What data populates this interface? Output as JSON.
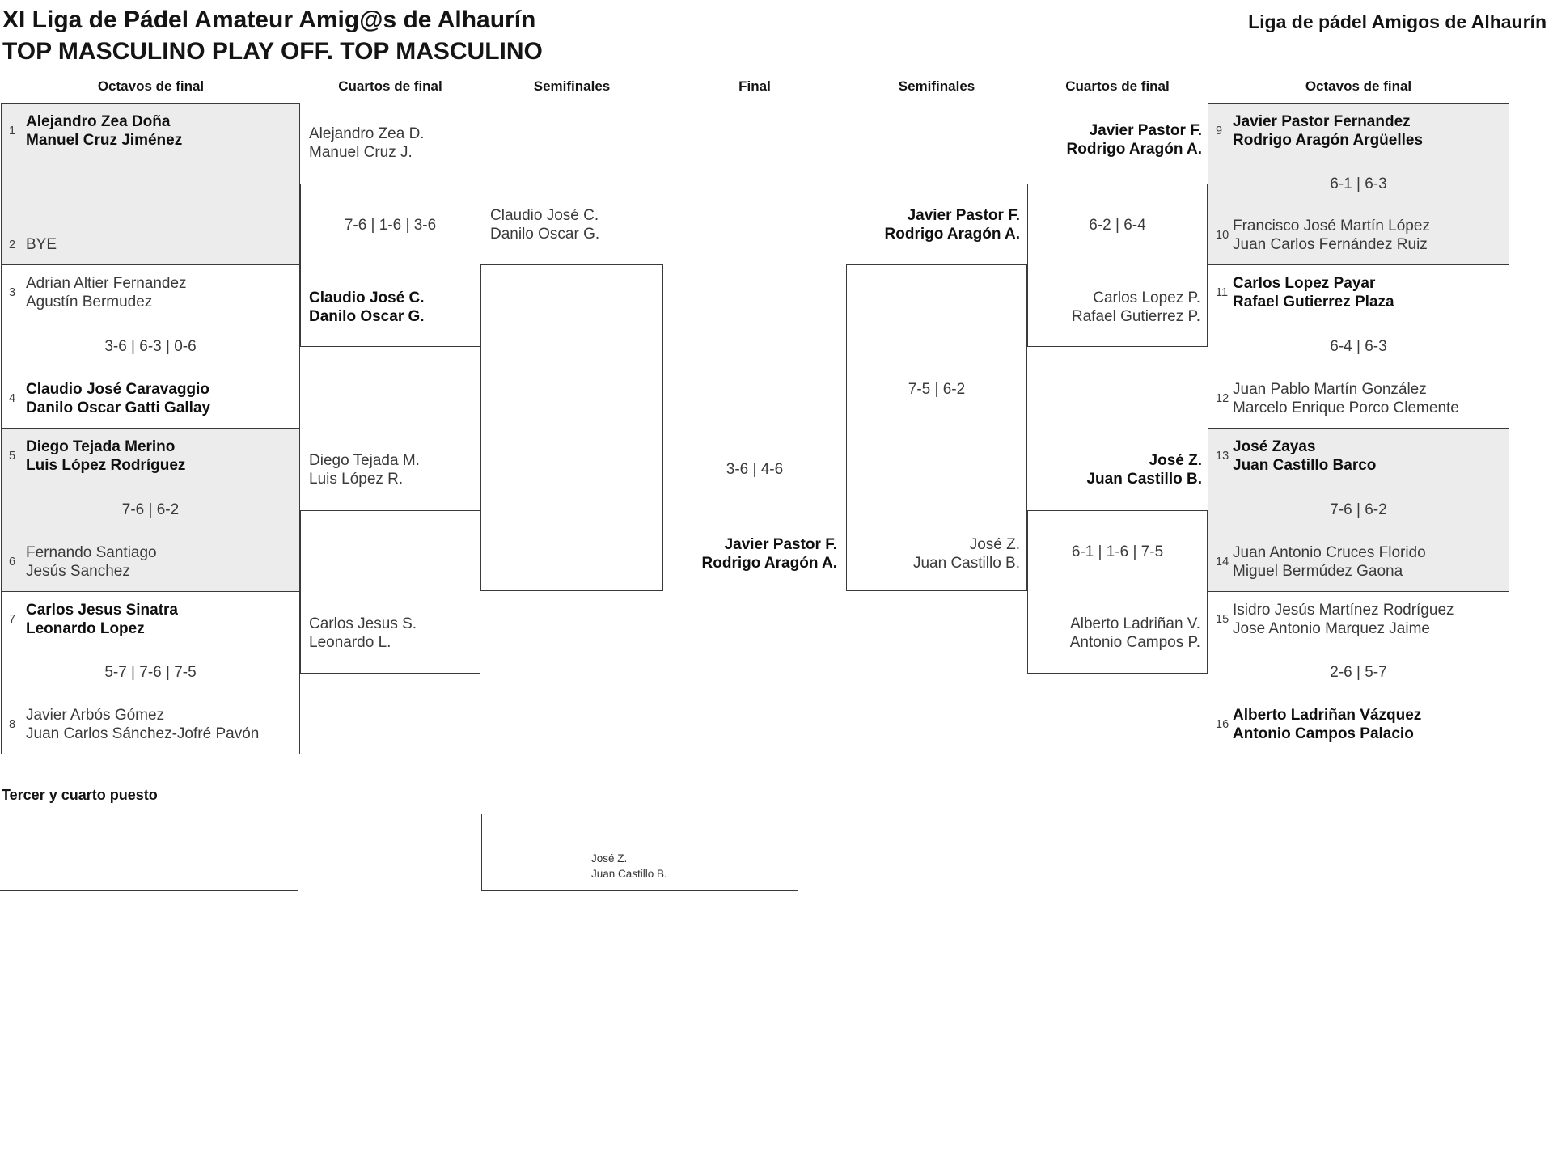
{
  "page": {
    "title_line1": "XI Liga de Pádel Amateur Amig@s de Alhaurín",
    "title_line2": "TOP MASCULINO PLAY OFF. TOP MASCULINO",
    "league": "Liga de pádel Amigos de Alhaurín",
    "third_place_heading": "Tercer y cuarto puesto"
  },
  "rounds": {
    "left_octavos": "Octavos de final",
    "left_cuartos": "Cuartos de final",
    "left_semis": "Semifinales",
    "final": "Final",
    "right_semis": "Semifinales",
    "right_cuartos": "Cuartos de final",
    "right_octavos": "Octavos de final"
  },
  "octavos_left": [
    {
      "seed_a": "1",
      "team_a": [
        "Alejandro Zea Doña",
        "Manuel Cruz Jiménez"
      ],
      "score": "",
      "seed_b": "2",
      "team_b": [
        "BYE"
      ]
    },
    {
      "seed_a": "3",
      "team_a": [
        "Adrian Altier Fernandez",
        "Agustín Bermudez"
      ],
      "score": "3-6 | 6-3 | 0-6",
      "seed_b": "4",
      "team_b": [
        "Claudio José Caravaggio",
        "Danilo Oscar Gatti Gallay"
      ]
    },
    {
      "seed_a": "5",
      "team_a": [
        "Diego Tejada Merino",
        "Luis López Rodríguez"
      ],
      "score": "7-6 | 6-2",
      "seed_b": "6",
      "team_b": [
        "Fernando Santiago",
        "Jesús Sanchez"
      ]
    },
    {
      "seed_a": "7",
      "team_a": [
        "Carlos Jesus Sinatra",
        "Leonardo Lopez"
      ],
      "score": "5-7 | 7-6 | 7-5",
      "seed_b": "8",
      "team_b": [
        "Javier Arbós Gómez",
        "Juan Carlos Sánchez-Jofré Pavón"
      ]
    }
  ],
  "octavos_right": [
    {
      "seed_a": "9",
      "team_a": [
        "Javier Pastor Fernandez",
        "Rodrigo Aragón Argüelles"
      ],
      "score": "6-1 | 6-3",
      "seed_b": "10",
      "team_b": [
        "Francisco José Martín López",
        "Juan Carlos Fernández Ruiz"
      ]
    },
    {
      "seed_a": "11",
      "team_a": [
        "Carlos Lopez Payar",
        "Rafael Gutierrez Plaza"
      ],
      "score": "6-4 | 6-3",
      "seed_b": "12",
      "team_b": [
        "Juan Pablo Martín González",
        "Marcelo Enrique Porco Clemente"
      ]
    },
    {
      "seed_a": "13",
      "team_a": [
        "José Zayas",
        "Juan Castillo Barco"
      ],
      "score": "7-6 | 6-2",
      "seed_b": "14",
      "team_b": [
        "Juan Antonio Cruces Florido",
        "Miguel Bermúdez Gaona"
      ]
    },
    {
      "seed_a": "15",
      "team_a": [
        "Isidro Jesús Martínez Rodríguez",
        "Jose Antonio Marquez Jaime"
      ],
      "score": "2-6 | 5-7",
      "seed_b": "16",
      "team_b": [
        "Alberto Ladriñan Vázquez",
        "Antonio Campos Palacio"
      ]
    }
  ],
  "cuartos_left": [
    {
      "entrant": [
        "Alejandro Zea D.",
        "Manuel Cruz J."
      ],
      "score": "7-6 | 1-6 | 3-6",
      "winner": [
        "Claudio José C.",
        "Danilo Oscar G."
      ]
    },
    {
      "entrant": [
        "Diego Tejada M.",
        "Luis López R."
      ],
      "score": "",
      "winner": [
        "Carlos Jesus S.",
        "Leonardo L."
      ]
    }
  ],
  "cuartos_right": [
    {
      "entrant": [
        "Javier Pastor F.",
        "Rodrigo Aragón A."
      ],
      "score": "6-2 | 6-4",
      "winner": [
        "Carlos Lopez P.",
        "Rafael Gutierrez P."
      ]
    },
    {
      "entrant": [
        "José Z.",
        "Juan Castillo B."
      ],
      "score": "6-1 | 1-6 | 7-5",
      "winner": [
        "Alberto Ladriñan V.",
        "Antonio Campos P."
      ]
    }
  ],
  "semis_left": {
    "entrant": [
      "Claudio José C.",
      "Danilo Oscar G."
    ]
  },
  "semis_right": {
    "entrant": [
      "Javier Pastor F.",
      "Rodrigo Aragón A."
    ],
    "score": "7-5 | 6-2",
    "winner": [
      "José Z.",
      "Juan Castillo B."
    ]
  },
  "final": {
    "score": "3-6 | 4-6",
    "winner": [
      "Javier Pastor F.",
      "Rodrigo Aragón A."
    ]
  },
  "third_place": {
    "team": [
      "José Z.",
      "Juan Castillo B."
    ]
  },
  "colors": {
    "shaded_box": "#ececec",
    "border": "#3a3a3a",
    "winner_text": "#0f0f0f",
    "regular_text": "#3a3a3a"
  }
}
